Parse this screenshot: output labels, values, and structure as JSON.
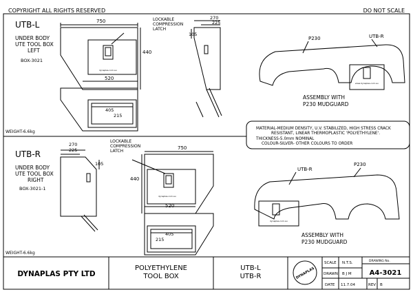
{
  "header": {
    "copyright": "COPYRIGHT ALL RIGHTS RESERVED",
    "scale_note": "DO NOT SCALE"
  },
  "utbl": {
    "code": "UTB-L",
    "desc1": "UNDER BODY",
    "desc2": "UTE TOOL BOX",
    "desc3": "LEFT",
    "part": "BOX-3021",
    "weight": "WEIGHT-6.6kg",
    "dim_width": "750",
    "dim_height": "440",
    "dim_base": "520",
    "dim_opening_w": "405",
    "dim_opening_h": "215",
    "dim_depth_top": "270",
    "dim_depth_inner": "225",
    "dim_side": "105",
    "latch_label1": "LOCKABLE",
    "latch_label2": "COMPRESSION",
    "latch_label3": "LATCH",
    "brand_on_box": "dynaplas.com.au"
  },
  "assembly_l": {
    "part1": "P230",
    "part2": "UTB-R",
    "caption1": "ASSEMBLY WITH",
    "caption2": "P230 MUDGUARD",
    "brand_on_box": "www.dynaplas.com.au"
  },
  "spec": {
    "line1": "MATERIAL-MEDIUM DENSITY, U.V. STABILIZED, HIGH STRESS CRACK",
    "line2": "RESISTANT, LINEAR THERMOPLASTIC 'POLYETHYLENE'.",
    "line3": "THICKNESS-5.0mm NOMINAL",
    "line4": "COLOUR-SILVER- OTHER COLOURS TO ORDER"
  },
  "utbr": {
    "code": "UTB-R",
    "desc1": "UNDER BODY",
    "desc2": "UTE TOOL BOX",
    "desc3": "RIGHT",
    "part": "BOX-3021-1",
    "weight": "WEIGHT-6.6kg",
    "dim_width": "750",
    "dim_height": "440",
    "dim_base": "520",
    "dim_opening_w": "405",
    "dim_opening_h": "215",
    "dim_depth_top": "270",
    "dim_depth_inner": "225",
    "dim_side": "105",
    "latch_label1": "LOCKABLE",
    "latch_label2": "COMPRESSION",
    "latch_label3": "LATCH",
    "brand_on_box": "dynaplas.com.au"
  },
  "assembly_r": {
    "part1": "UTB-R",
    "part2": "P230",
    "caption1": "ASSEMBLY WITH",
    "caption2": "P230 MUDGUARD",
    "brand_on_box": "dynaplas.com.au"
  },
  "title_block": {
    "company": "DYNAPLAS PTY LTD",
    "product1": "POLYETHYLENE",
    "product2": "TOOL BOX",
    "model1": "UTB-L",
    "model2": "UTB-R",
    "logo_text": "DYNAPLAS",
    "scale_label": "SCALE",
    "scale_value": "N.T.S.",
    "drawing_no_label": "DRAWING No.",
    "drawing_no": "A4-3021",
    "drawn_label": "DRAWN",
    "drawn_value": "B J M",
    "date_label": "DATE",
    "date_value": "11.7.04",
    "rev_label": "REV",
    "rev_value": "B"
  }
}
